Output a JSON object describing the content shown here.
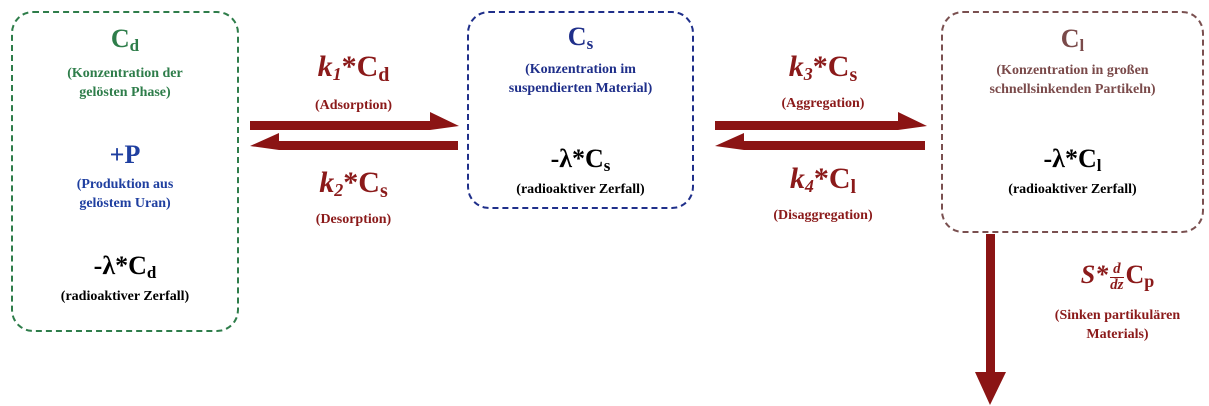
{
  "boxes": {
    "d": {
      "symbol": "C",
      "symbol_sub": "d",
      "description_line1": "(Konzentration der",
      "description_line2": "gelösten Phase)",
      "production_term": "+P",
      "production_line1": "(Produktion aus",
      "production_line2": "gelöstem Uran)",
      "decay_prefix": "-λ*C",
      "decay_sub": "d",
      "decay_label": "(radioaktiver Zerfall)"
    },
    "s": {
      "symbol": "C",
      "symbol_sub": "s",
      "description_line1": "(Konzentration im",
      "description_line2": "suspendierten Material)",
      "decay_prefix": "-λ*C",
      "decay_sub": "s",
      "decay_label": "(radioaktiver Zerfall)"
    },
    "l": {
      "symbol": "C",
      "symbol_sub": "l",
      "description_line1": "(Konzentration in großen",
      "description_line2": "schnellsinkenden Partikeln)",
      "decay_prefix": "-λ*C",
      "decay_sub": "l",
      "decay_label": "(radioaktiver Zerfall)"
    }
  },
  "flows": {
    "k1": {
      "rate": "k",
      "rate_sub": "1",
      "times": "*C",
      "conc_sub": "d",
      "label": "(Adsorption)"
    },
    "k2": {
      "rate": "k",
      "rate_sub": "2",
      "times": "*C",
      "conc_sub": "s",
      "label": "(Desorption)"
    },
    "k3": {
      "rate": "k",
      "rate_sub": "3",
      "times": "*C",
      "conc_sub": "s",
      "label": "(Aggregation)"
    },
    "k4": {
      "rate": "k",
      "rate_sub": "4",
      "times": "*C",
      "conc_sub": "l",
      "label": "(Disaggregation)"
    },
    "sink": {
      "rate": "S*",
      "frac_num": "d",
      "frac_den": "dz",
      "conc": "C",
      "conc_sub": "p",
      "label_line1": "(Sinken partikulären",
      "label_line2": "Materials)"
    }
  },
  "colors": {
    "green": "#2e7d4a",
    "blue": "#1f3fa0",
    "navy": "#1f2f8a",
    "brown": "#7a4a4a",
    "red": "#8b1414"
  }
}
